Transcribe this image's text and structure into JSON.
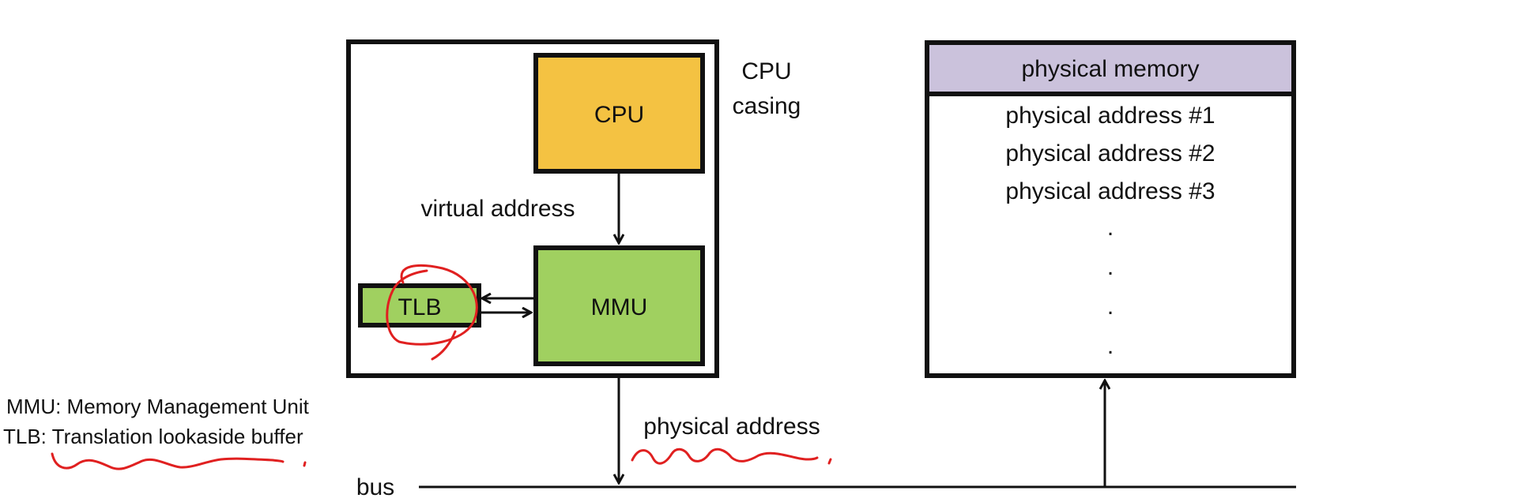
{
  "cpu_casing": {
    "label_line1": "CPU",
    "label_line2": "casing"
  },
  "cpu": {
    "label": "CPU",
    "fill": "#F4C242"
  },
  "mmu": {
    "label": "MMU",
    "fill": "#A0D060"
  },
  "tlb": {
    "label": "TLB",
    "fill": "#A0D060"
  },
  "virtual_address_label": "virtual address",
  "physical_address_label": "physical address",
  "bus_label": "bus",
  "memory": {
    "header": "physical memory",
    "header_fill": "#CBC2DC",
    "rows": [
      "physical address #1",
      "physical address #2",
      "physical address #3"
    ],
    "ellipsis": [
      ".",
      ".",
      ".",
      "."
    ]
  },
  "legend": [
    "MMU: Memory Management Unit",
    "TLB: Translation lookaside buffer"
  ],
  "annotation_color": "#E02020"
}
